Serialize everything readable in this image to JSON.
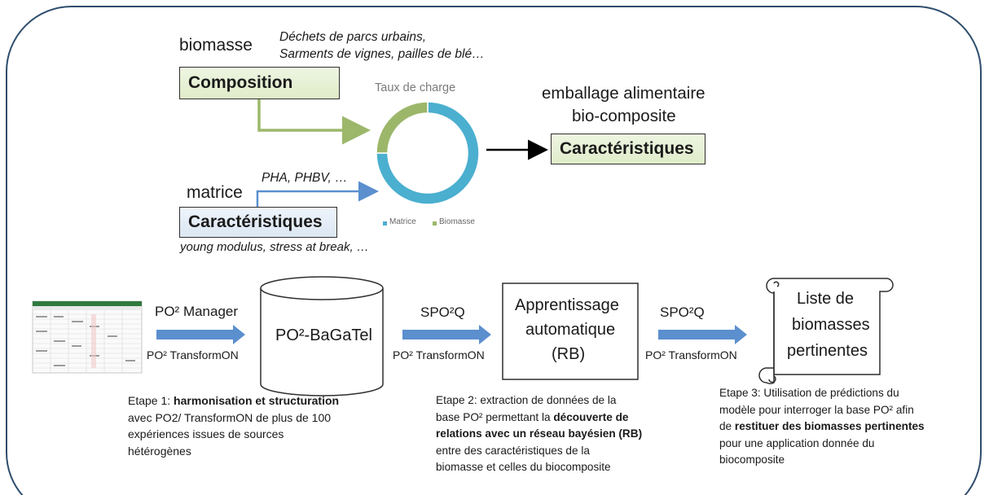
{
  "top": {
    "biomasse_label": "biomasse",
    "biomasse_examples_1": "Déchets de parcs urbains,",
    "biomasse_examples_2": "Sarments de vignes, pailles de blé…",
    "composition_label": "Composition",
    "donut_title": "Taux de charge",
    "legend_matrice": "Matrice",
    "legend_biomasse": "Biomasse",
    "output_title_1": "emballage alimentaire",
    "output_title_2": "bio-composite",
    "output_box_label": "Caractéristiques",
    "matrice_label": "matrice",
    "matrice_examples": "PHA, PHBV, …",
    "matrice_box_label": "Caractéristiques",
    "matrice_props": "young modulus, stress at break, …",
    "colors": {
      "matrice": "#4bafcf",
      "biomasse": "#9cb76a",
      "frame": "#2e4d6d",
      "arrow": "#5b8fce"
    }
  },
  "chart_data": {
    "type": "pie",
    "title": "Taux de charge",
    "categories": [
      "Matrice",
      "Biomasse"
    ],
    "values": [
      75,
      25
    ],
    "colors": [
      "#4bafcf",
      "#9cb76a"
    ],
    "legend": "bottom"
  },
  "pipeline": {
    "arrow1_top": "PO² Manager",
    "arrow1_bottom": "PO² TransformON",
    "db_label": "PO²-BaGaTel",
    "arrow2_top": "SPO²Q",
    "arrow2_bottom": "PO² TransformON",
    "ml_line1": "Apprentissage",
    "ml_line2": "automatique",
    "ml_line3": "(RB)",
    "arrow3_top": "SPO²Q",
    "arrow3_bottom": "PO² TransformON",
    "scroll_line1": "Liste de",
    "scroll_line2": "biomasses",
    "scroll_line3": "pertinentes"
  },
  "steps": {
    "step1": {
      "l1_a": "Etape 1: ",
      "l1_b": "harmonisation et structuration",
      "l2": "avec PO2/ TransformON de plus de 100",
      "l3": "expériences issues de sources",
      "l4": "hétérogènes"
    },
    "step2": {
      "l1": "Etape 2: extraction de données de la",
      "l2_a": "base PO² permettant la ",
      "l2_b": "découverte de",
      "l3": "relations avec un réseau bayésien (RB)",
      "l4": "entre des caractéristiques de la",
      "l5": "biomasse et celles du biocomposite"
    },
    "step3": {
      "l1": "Etape 3: Utilisation de prédictions du",
      "l2": "modèle pour interroger la base PO² afin",
      "l3_a": "de ",
      "l3_b": "restituer des biomasses pertinentes",
      "l4": "pour une application donnée du",
      "l5": "biocomposite"
    }
  }
}
